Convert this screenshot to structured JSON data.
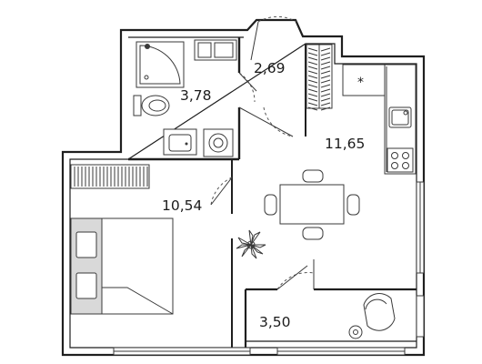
{
  "rooms": {
    "bathroom": {
      "area": "3,78"
    },
    "hallway": {
      "area": "2,69"
    },
    "kitchen": {
      "area": "11,65"
    },
    "bedroom": {
      "area": "10,54"
    },
    "balcony": {
      "area": "3,50"
    }
  },
  "icons": {
    "fridge_mark": "*",
    "furniture": [
      "bathtub-icon",
      "toilet-icon",
      "sink-icon",
      "washing-machine-icon",
      "bed-icon",
      "dining-table-icon",
      "chair-icon",
      "plant-icon",
      "armchair-icon",
      "stove-icon",
      "kitchen-sink-icon",
      "radiator-icon"
    ]
  },
  "colors": {
    "walls": "#1f1f1f",
    "bed_fill": "#d9d9d9",
    "background": "#ffffff"
  }
}
